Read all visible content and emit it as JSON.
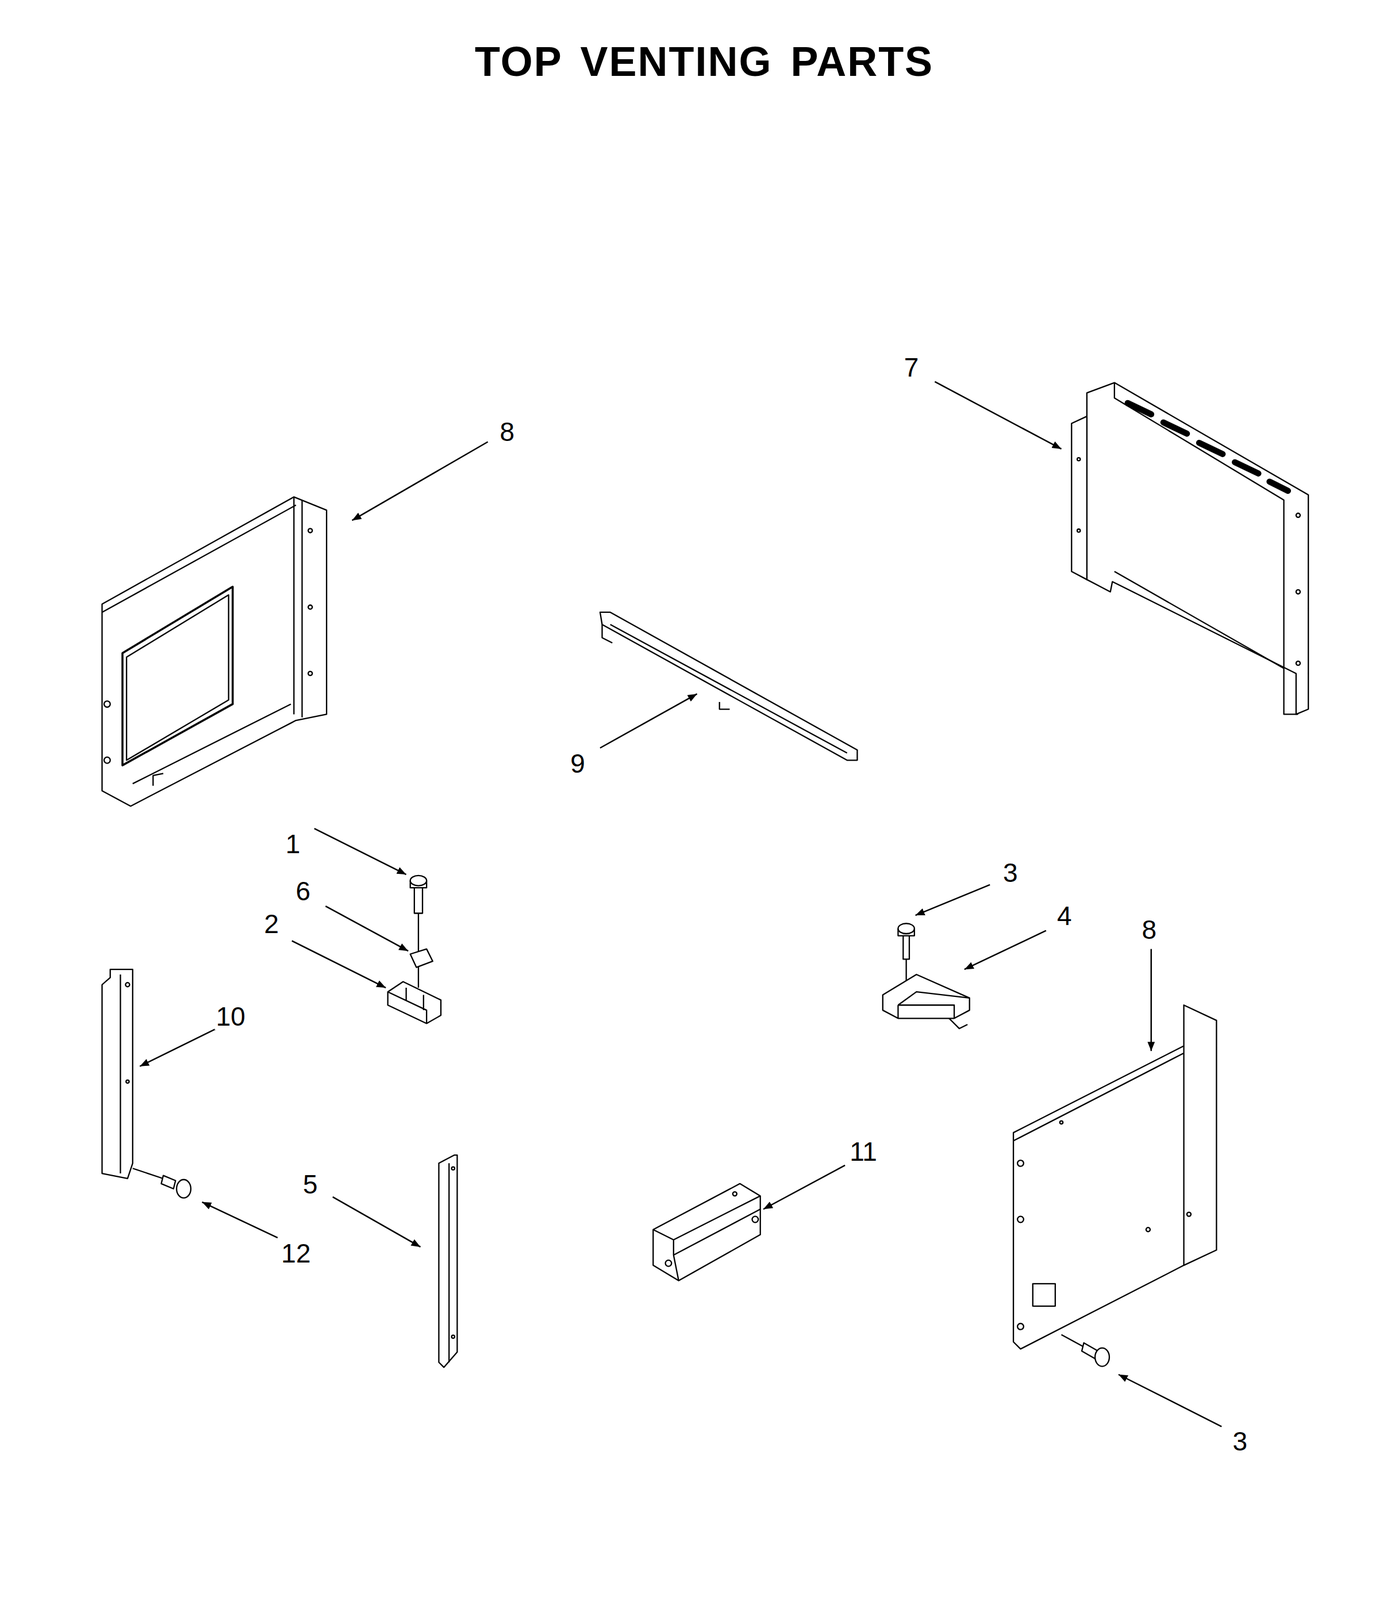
{
  "diagram": {
    "title": "TOP VENTING PARTS",
    "labels": [
      "7",
      "8",
      "9",
      "1",
      "3",
      "6",
      "4",
      "2",
      "8",
      "10",
      "11",
      "5",
      "12",
      "3"
    ]
  }
}
